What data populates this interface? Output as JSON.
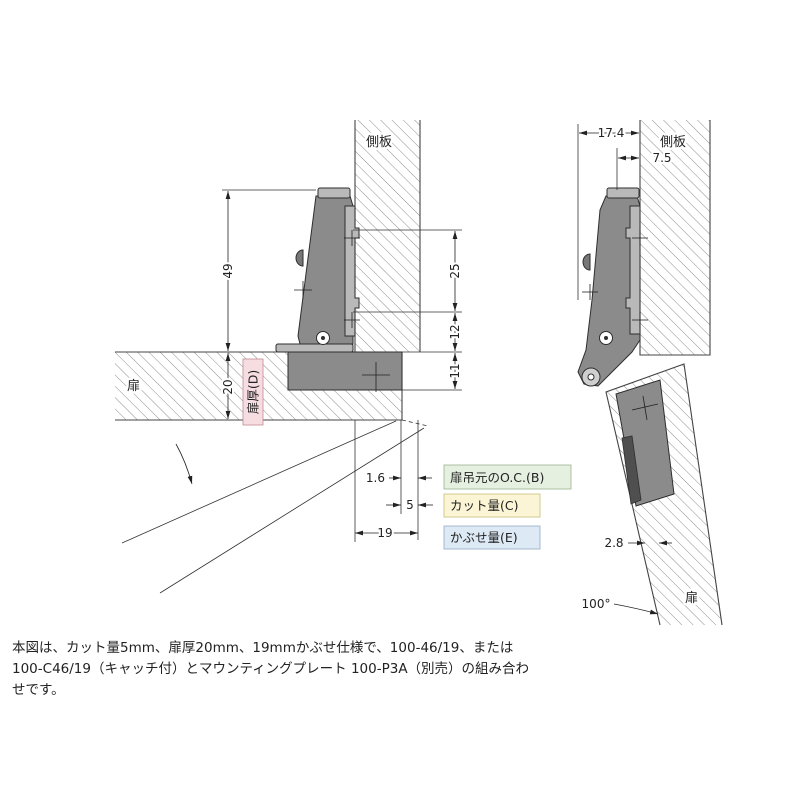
{
  "left_view": {
    "side_panel_label": "側板",
    "door_label": "扉",
    "door_thickness_label": "扉厚(D)",
    "door_thickness_color": "#f6dde1",
    "dimensions": {
      "arm_height": "49",
      "door_thickness": "20",
      "plate_upper": "25",
      "plate_lower": "12",
      "cup_depth": "11",
      "oc": "1.6",
      "cut": "5",
      "overlay": "19"
    }
  },
  "legend": [
    {
      "label": "扉吊元のO.C.(B)",
      "color": "#e6f0e1"
    },
    {
      "label": "カット量(C)",
      "color": "#fbf5d5"
    },
    {
      "label": "かぶせ量(E)",
      "color": "#dde9f4"
    }
  ],
  "right_view": {
    "side_panel_label": "側板",
    "door_label": "扉",
    "dimensions": {
      "top": "17.4",
      "offset": "7.5",
      "gap": "2.8",
      "angle": "100°"
    }
  },
  "caption": [
    "本図は、カット量5mm、扉厚20mm、19mmかぶせ仕様で、100-46/19、または",
    "100-C46/19（キャッチ付）とマウンティングプレート 100-P3A（別売）の組み合わ",
    "せです。"
  ]
}
